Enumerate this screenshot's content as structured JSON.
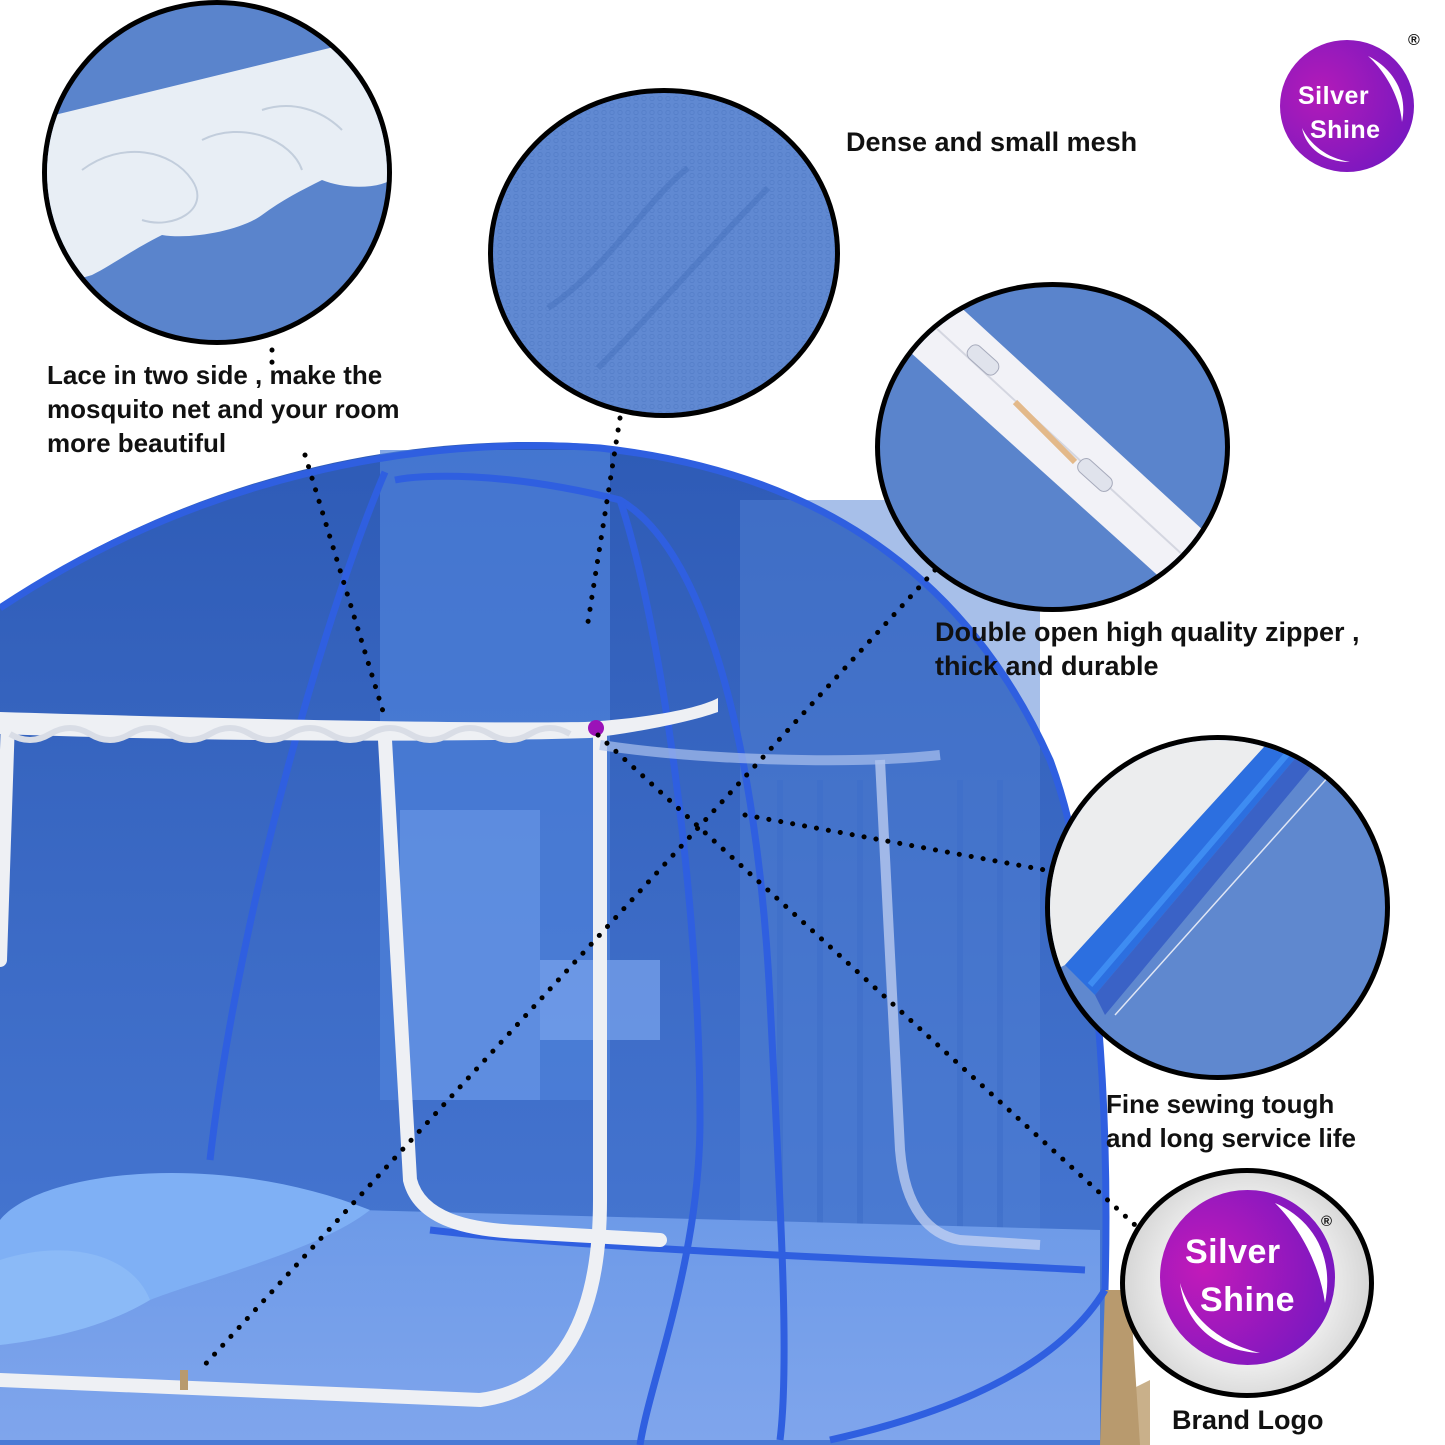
{
  "brand": {
    "name_line1": "Silver",
    "name_line2": "Shine",
    "registered_mark": "®",
    "primary_color": "#9b12b8",
    "secondary_color": "#6a17c2"
  },
  "callouts": [
    {
      "id": "lace",
      "text_lines": [
        "Lace in two side , make the",
        "mosquito net and your room",
        "more beautiful"
      ]
    },
    {
      "id": "mesh",
      "text_lines": [
        "Dense and small mesh"
      ]
    },
    {
      "id": "zipper",
      "text_lines": [
        "Double open high quality zipper ,",
        "thick and durable"
      ]
    },
    {
      "id": "sewing",
      "text_lines": [
        "Fine sewing tough",
        "and long service life"
      ]
    },
    {
      "id": "brand-logo",
      "text_lines": [
        "Brand Logo"
      ]
    }
  ],
  "colors": {
    "net_dark": "#2e5bb6",
    "net_mid": "#4a7bd6",
    "net_light": "#6d9ae8",
    "frame_blue": "#2f5fe0",
    "detail_bg": "#5a84cc",
    "lace_white": "#eef0f4",
    "bed_base": "#c9b08a"
  }
}
